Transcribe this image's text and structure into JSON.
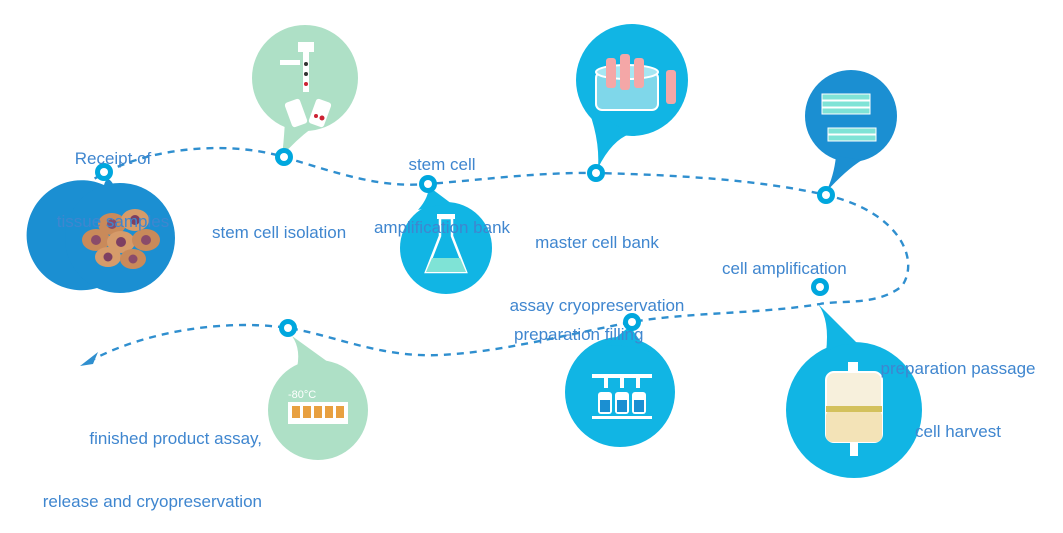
{
  "colors": {
    "path": "#2f8fcf",
    "label": "#3f86cf",
    "node": "#00a7de",
    "cyan_bubble": "#11b5e4",
    "blue_bubble": "#1b8fd2",
    "green_bubble": "#aee0c6"
  },
  "steps": [
    {
      "id": "receipt",
      "lines": [
        "Receipt of",
        "tissue samples"
      ],
      "icon": "tissue-cells-icon",
      "bubble": "blue"
    },
    {
      "id": "isolation",
      "lines": [
        "stem cell isolation"
      ],
      "icon": "centrifuge-tubes-icon",
      "bubble": "green"
    },
    {
      "id": "amp-bank",
      "lines": [
        "stem cell",
        "amplification bank"
      ],
      "icon": "erlenmeyer-flask-icon",
      "bubble": "cyan"
    },
    {
      "id": "master-bank",
      "lines": [
        "master cell bank",
        "assay cryopreservation"
      ],
      "icon": "cryo-tubes-icon",
      "bubble": "cyan"
    },
    {
      "id": "amplification",
      "lines": [
        "cell amplification"
      ],
      "icon": "culture-plates-icon",
      "bubble": "blue"
    },
    {
      "id": "harvest",
      "lines": [
        "preparation passage",
        "cell harvest"
      ],
      "icon": "infusion-bag-icon",
      "bubble": "cyan"
    },
    {
      "id": "filling",
      "lines": [
        "preparation filling"
      ],
      "icon": "filling-vials-icon",
      "bubble": "cyan"
    },
    {
      "id": "finished",
      "lines": [
        "finished product assay,",
        "release and cryopreservation"
      ],
      "icon": "freezer-rack-icon",
      "bubble": "green",
      "icon_text": "-80°C"
    }
  ]
}
